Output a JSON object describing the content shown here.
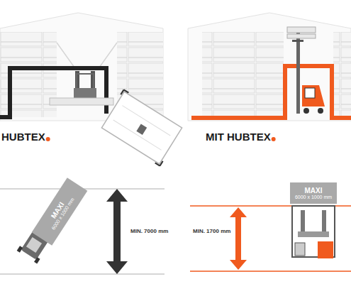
{
  "diagram": {
    "nodes": [
      {
        "text": [
          "MAXI",
          "6000 x 1000 mm"
        ]
      },
      {
        "text": [
          "MAXI",
          "6000 x 1000 mm"
        ]
      }
    ],
    "labels": [
      "HUBTEX",
      "MIT HUBTEX",
      "MIN. 7000 mm",
      "MIN. 1700 mm"
    ]
  }
}
